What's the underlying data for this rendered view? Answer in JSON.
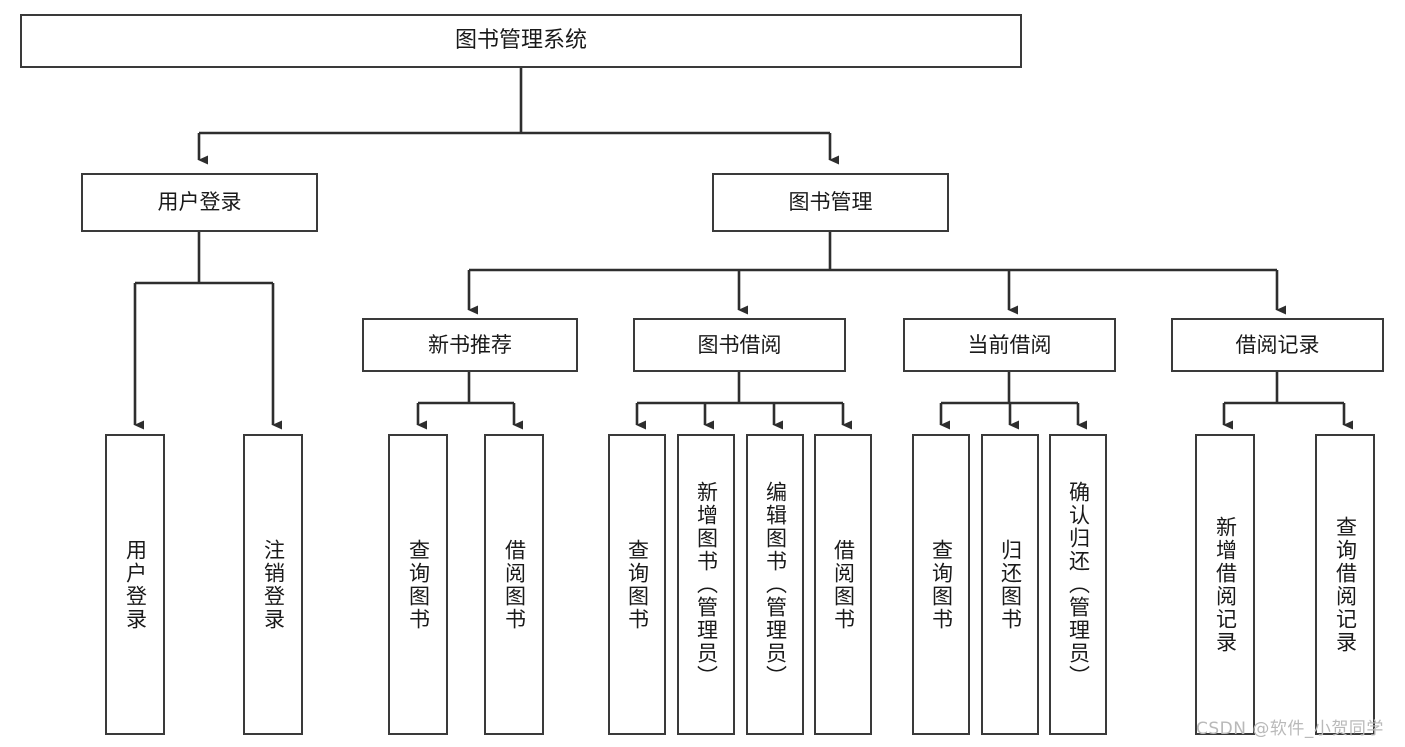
{
  "diagram": {
    "title": "图书管理系统",
    "type": "tree",
    "watermark": "CSDN @软件_小贺同学",
    "colors": {
      "box_stroke": "#3a3a3a",
      "box_fill": "#ffffff",
      "connector": "#2e2e2e",
      "text": "#1a1a1a",
      "watermark": "#b9b9b9"
    },
    "nodes": {
      "root": {
        "label": "图书管理系统"
      },
      "level2": [
        {
          "id": "user-login",
          "label": "用户登录"
        },
        {
          "id": "book-manage",
          "label": "图书管理"
        }
      ],
      "level3": [
        {
          "id": "new-book-recommend",
          "label": "新书推荐"
        },
        {
          "id": "book-borrow",
          "label": "图书借阅"
        },
        {
          "id": "current-borrow",
          "label": "当前借阅"
        },
        {
          "id": "borrow-record",
          "label": "借阅记录"
        }
      ],
      "leaves": {
        "user_login": [
          {
            "id": "leaf-user-login",
            "label": "用户登录"
          },
          {
            "id": "leaf-logout-login",
            "label": "注销登录"
          }
        ],
        "new_book_recommend": [
          {
            "id": "leaf-query-book-1",
            "label": "查询图书"
          },
          {
            "id": "leaf-borrow-book-1",
            "label": "借阅图书"
          }
        ],
        "book_borrow": [
          {
            "id": "leaf-query-book-2",
            "label": "查询图书"
          },
          {
            "id": "leaf-add-book",
            "label": "新增图书（管理员）"
          },
          {
            "id": "leaf-edit-book",
            "label": "编辑图书（管理员）"
          },
          {
            "id": "leaf-borrow-book-2",
            "label": "借阅图书"
          }
        ],
        "current_borrow": [
          {
            "id": "leaf-query-book-3",
            "label": "查询图书"
          },
          {
            "id": "leaf-return-book",
            "label": "归还图书"
          },
          {
            "id": "leaf-confirm-return",
            "label": "确认归还（管理员）"
          }
        ],
        "borrow_record": [
          {
            "id": "leaf-add-record",
            "label": "新增借阅记录"
          },
          {
            "id": "leaf-query-record",
            "label": "查询借阅记录"
          }
        ]
      }
    }
  }
}
